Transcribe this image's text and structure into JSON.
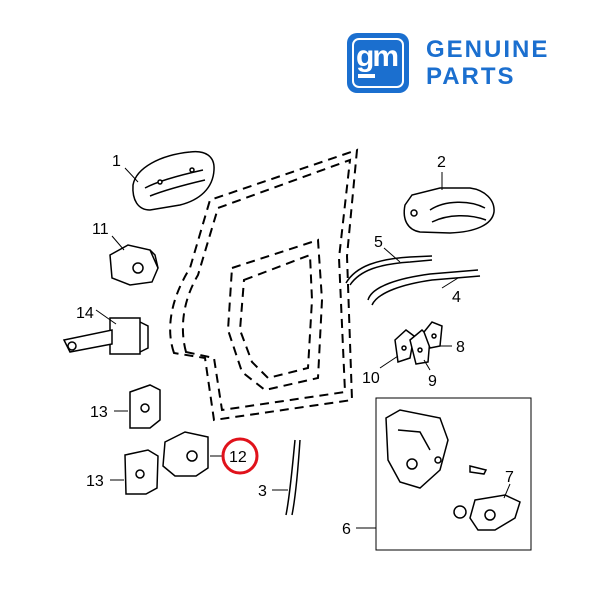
{
  "brand": {
    "logo_text": "gm",
    "line1": "GENUINE",
    "line2": "PARTS",
    "color": "#1b6fcf"
  },
  "highlight_color": "#e0121b",
  "callouts": {
    "c1": "1",
    "c2": "2",
    "c3": "3",
    "c4": "4",
    "c5": "5",
    "c6": "6",
    "c7": "7",
    "c8": "8",
    "c9": "9",
    "c10": "10",
    "c11": "11",
    "c12": "12",
    "c13a": "13",
    "c13b": "13",
    "c14": "14"
  }
}
